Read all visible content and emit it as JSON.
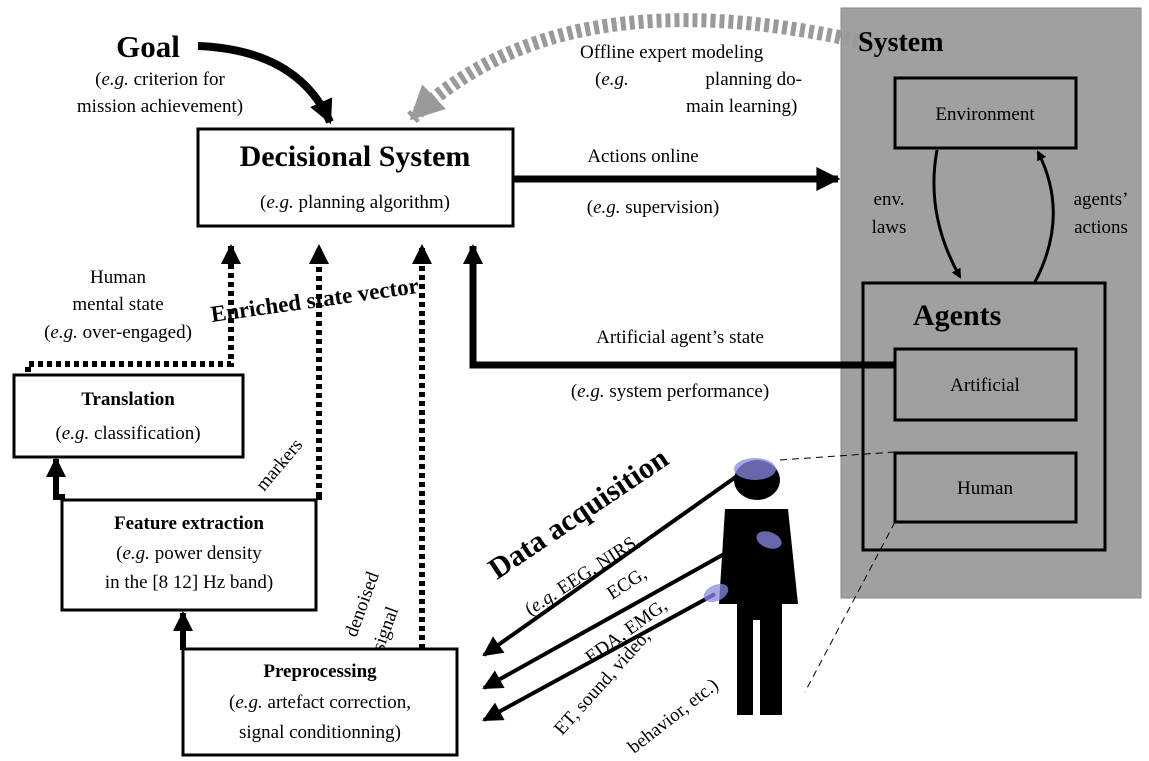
{
  "goal": {
    "title": "Goal",
    "eg": "e.g.",
    "line1_rest": " criterion for",
    "line2": "mission achievement)"
  },
  "offline": {
    "line1": "Offline expert modeling",
    "eg": "e.g.",
    "line2_rest": "planning do-",
    "line3": "main learning)"
  },
  "decisional": {
    "title": "Decisional System",
    "eg": "e.g.",
    "rest": " planning algorithm)"
  },
  "actions": {
    "label": "Actions online",
    "eg": "e.g.",
    "rest": " supervision)"
  },
  "system": {
    "title": "System",
    "environment": "Environment",
    "env_laws_1": "env.",
    "env_laws_2": "laws",
    "agents_actions_1": "agents’",
    "agents_actions_2": "actions",
    "agents_title": "Agents",
    "artificial": "Artificial",
    "human": "Human"
  },
  "mental": {
    "line1": "Human",
    "line2": "mental state",
    "eg": "e.g.",
    "rest": " over-engaged)"
  },
  "enriched": {
    "label": "Enriched state vector",
    "color": "#f07070"
  },
  "artificial_state": {
    "label": "Artificial agent’s state",
    "eg": "e.g.",
    "rest": " system performance)"
  },
  "translation": {
    "title": "Translation",
    "eg": "e.g.",
    "rest": " classification)"
  },
  "markers": "markers",
  "feature": {
    "title": "Feature extraction",
    "eg": "e.g.",
    "line1_rest": " power density",
    "line2": "in the [8 12] Hz band)"
  },
  "denoised": {
    "line1": "denoised",
    "line2": "signal"
  },
  "preprocessing": {
    "title": "Preprocessing",
    "eg": "e.g.",
    "line1_rest": " artefact correction,",
    "line2": "signal conditionning)"
  },
  "acquisition": {
    "title": "Data acquisition",
    "eg": "e.g.",
    "line1_rest": " EEG, NIRS,",
    "line2": "ECG,",
    "line3": "EDA, EMG,",
    "line4": "ET, sound, video,",
    "line5": "behavior, etc.)"
  },
  "colors": {
    "system_bg": "#a0a0a0",
    "box_fill": "#a0a0a0",
    "offline_arrow": "#9a9a9a",
    "sensor": "#8a8ae6"
  }
}
